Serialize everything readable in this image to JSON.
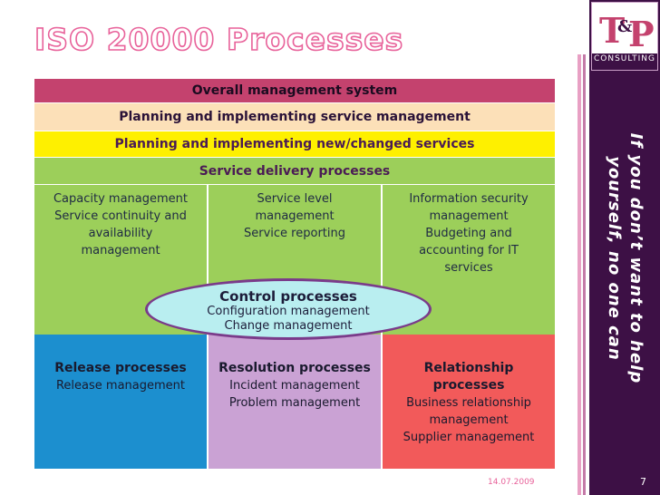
{
  "slide": {
    "title": "ISO 20000 Processes",
    "date": "14.07.2009",
    "page_number": "7"
  },
  "bars": {
    "overall": "Overall management system",
    "planning_sm": "Planning and implementing service management",
    "planning_new": "Planning and implementing new/changed services",
    "delivery": "Service delivery processes"
  },
  "delivery_cells": {
    "left": [
      "Capacity management",
      "Service continuity and",
      "availability",
      "management"
    ],
    "middle": [
      "Service level",
      "management",
      "Service reporting"
    ],
    "right": [
      "Information security",
      "management",
      "Budgeting and",
      "accounting for IT",
      "services"
    ]
  },
  "control": {
    "title": "Control processes",
    "items": [
      "Configuration management",
      "Change management"
    ]
  },
  "release": {
    "title": "Release processes",
    "items": [
      "Release management"
    ]
  },
  "resolution": {
    "title": "Resolution processes",
    "items": [
      "Incident management",
      "Problem management"
    ]
  },
  "relationship": {
    "title_lines": [
      "Relationship",
      "processes"
    ],
    "items": [
      "Business relationship",
      "management",
      "Supplier management"
    ]
  },
  "sidebar": {
    "logo_letters": "T&P",
    "logo_sub": "CONSULTING",
    "slogan_lines": [
      "If you don’t want to help",
      "yourself, no one can"
    ]
  },
  "colors": {
    "overall": "#c4426e",
    "planning_sm": "#fce0b8",
    "planning_new": "#fef000",
    "delivery": "#9ccf5a",
    "release": "#1c8fcf",
    "resolution": "#caa2d4",
    "relationship": "#f25a5a",
    "sidebar": "#3d1045",
    "title": "#e8629a"
  }
}
